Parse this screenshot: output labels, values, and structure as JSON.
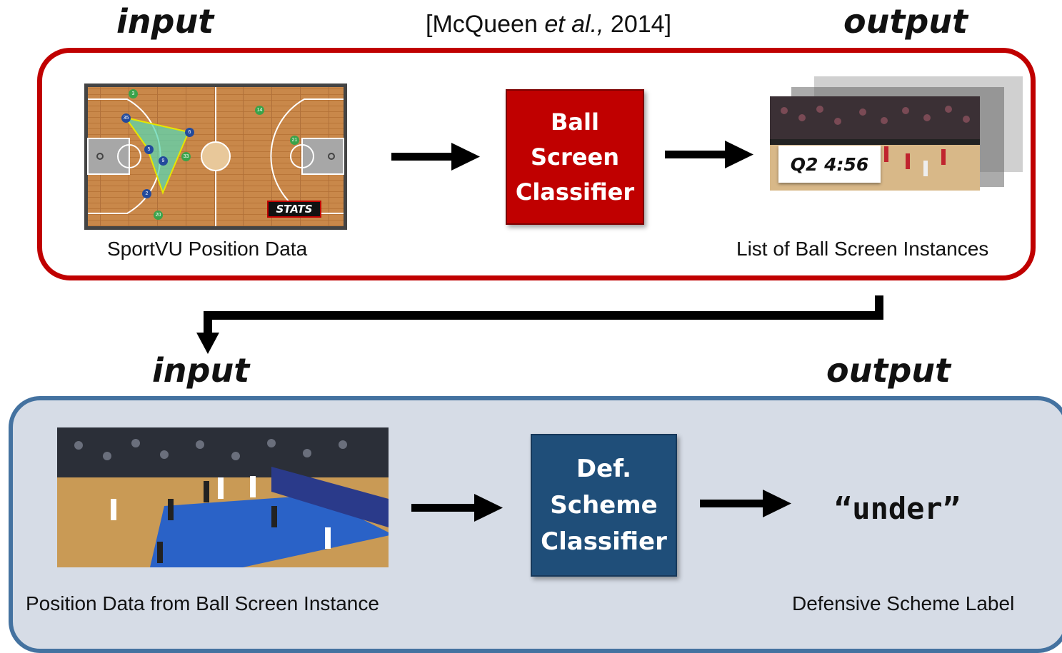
{
  "top": {
    "input_label": "input",
    "output_label": "output",
    "citation": {
      "pre": "[McQueen ",
      "italic": "et al.,",
      "post": " 2014]"
    },
    "input_caption": "SportVU Position Data",
    "classifier": [
      "Ball",
      "Screen",
      "Classifier"
    ],
    "output_caption": "List of Ball Screen Instances",
    "timestamp": "Q2 4:56",
    "court_players": {
      "team_a": [
        "3",
        "14",
        "21",
        "33",
        "20"
      ],
      "team_b": [
        "35",
        "6",
        "5",
        "9",
        "2"
      ]
    },
    "stats_logo": "STATS"
  },
  "bottom": {
    "input_label": "input",
    "output_label": "output",
    "input_caption": "Position Data from Ball Screen Instance",
    "classifier": [
      "Def.",
      "Scheme",
      "Classifier"
    ],
    "output_value": "“under”",
    "output_caption": "Defensive Scheme Label"
  },
  "colors": {
    "top_accent": "#c00000",
    "bottom_accent": "#1f4e79",
    "bottom_panel_fill": "#d6dce6",
    "bottom_panel_border": "#4472a0"
  }
}
